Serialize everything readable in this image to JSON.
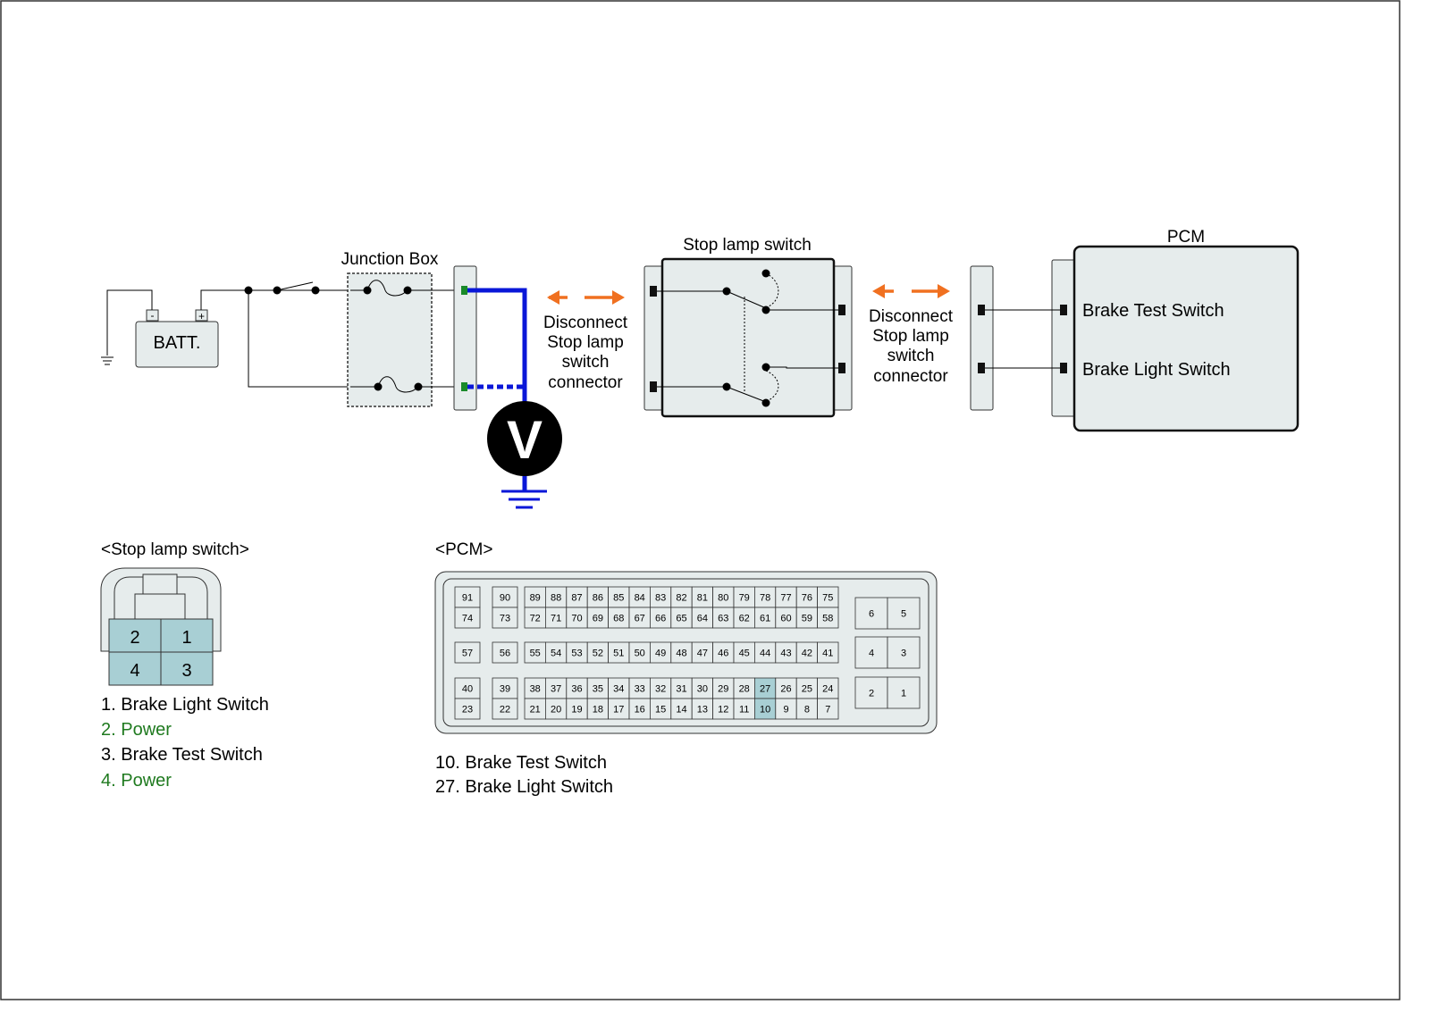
{
  "colors": {
    "box_fill": "#e6ecec",
    "box_stroke": "#333333",
    "wire": "#000000",
    "probe_wire": "#0a17d8",
    "terminal_green": "#1a8a2a",
    "arrow": "#f07020",
    "pin_highlight": "#a8cfd4",
    "legend_green": "#1f7a1f"
  },
  "labels": {
    "junction_box": "Junction Box",
    "battery": "BATT.",
    "battery_neg": "-",
    "battery_pos": "+",
    "voltmeter": "V",
    "stop_lamp_switch": "Stop lamp switch",
    "pcm": "PCM",
    "disconnect_1": [
      "Disconnect",
      "Stop lamp",
      "switch",
      "connector"
    ],
    "disconnect_2": [
      "Disconnect",
      "Stop lamp",
      "switch",
      "connector"
    ],
    "pcm_brake_test": "Brake Test Switch",
    "pcm_brake_light": "Brake Light Switch"
  },
  "stop_lamp_connector": {
    "title": "<Stop lamp switch>",
    "pins": [
      "2",
      "1",
      "4",
      "3"
    ],
    "legend": [
      {
        "text": "1. Brake Light Switch",
        "highlight": false
      },
      {
        "text": "2. Power",
        "highlight": true
      },
      {
        "text": "3. Brake Test Switch",
        "highlight": false
      },
      {
        "text": "4. Power",
        "highlight": true
      }
    ]
  },
  "pcm_connector": {
    "title": "<PCM>",
    "group_a": {
      "top": [
        "91",
        "90"
      ],
      "mid": [
        "57",
        "56"
      ],
      "bot": [
        "40",
        "39"
      ],
      "top2": [
        "74",
        "73"
      ],
      "bot2": [
        "23",
        "22"
      ]
    },
    "row1": [
      "89",
      "88",
      "87",
      "86",
      "85",
      "84",
      "83",
      "82",
      "81",
      "80",
      "79",
      "78",
      "77",
      "76",
      "75"
    ],
    "row2": [
      "72",
      "71",
      "70",
      "69",
      "68",
      "67",
      "66",
      "65",
      "64",
      "63",
      "62",
      "61",
      "60",
      "59",
      "58"
    ],
    "row3": [
      "55",
      "54",
      "53",
      "52",
      "51",
      "50",
      "49",
      "48",
      "47",
      "46",
      "45",
      "44",
      "43",
      "42",
      "41"
    ],
    "row4": [
      "38",
      "37",
      "36",
      "35",
      "34",
      "33",
      "32",
      "31",
      "30",
      "29",
      "28",
      "27",
      "26",
      "25",
      "24"
    ],
    "row5": [
      "21",
      "20",
      "19",
      "18",
      "17",
      "16",
      "15",
      "14",
      "13",
      "12",
      "11",
      "10",
      "9",
      "8",
      "7"
    ],
    "highlighted": [
      "27",
      "10"
    ],
    "right_block": [
      [
        "6",
        "5"
      ],
      [
        "4",
        "3"
      ],
      [
        "2",
        "1"
      ]
    ],
    "legend": [
      "10. Brake Test Switch",
      "27. Brake Light Switch"
    ]
  }
}
